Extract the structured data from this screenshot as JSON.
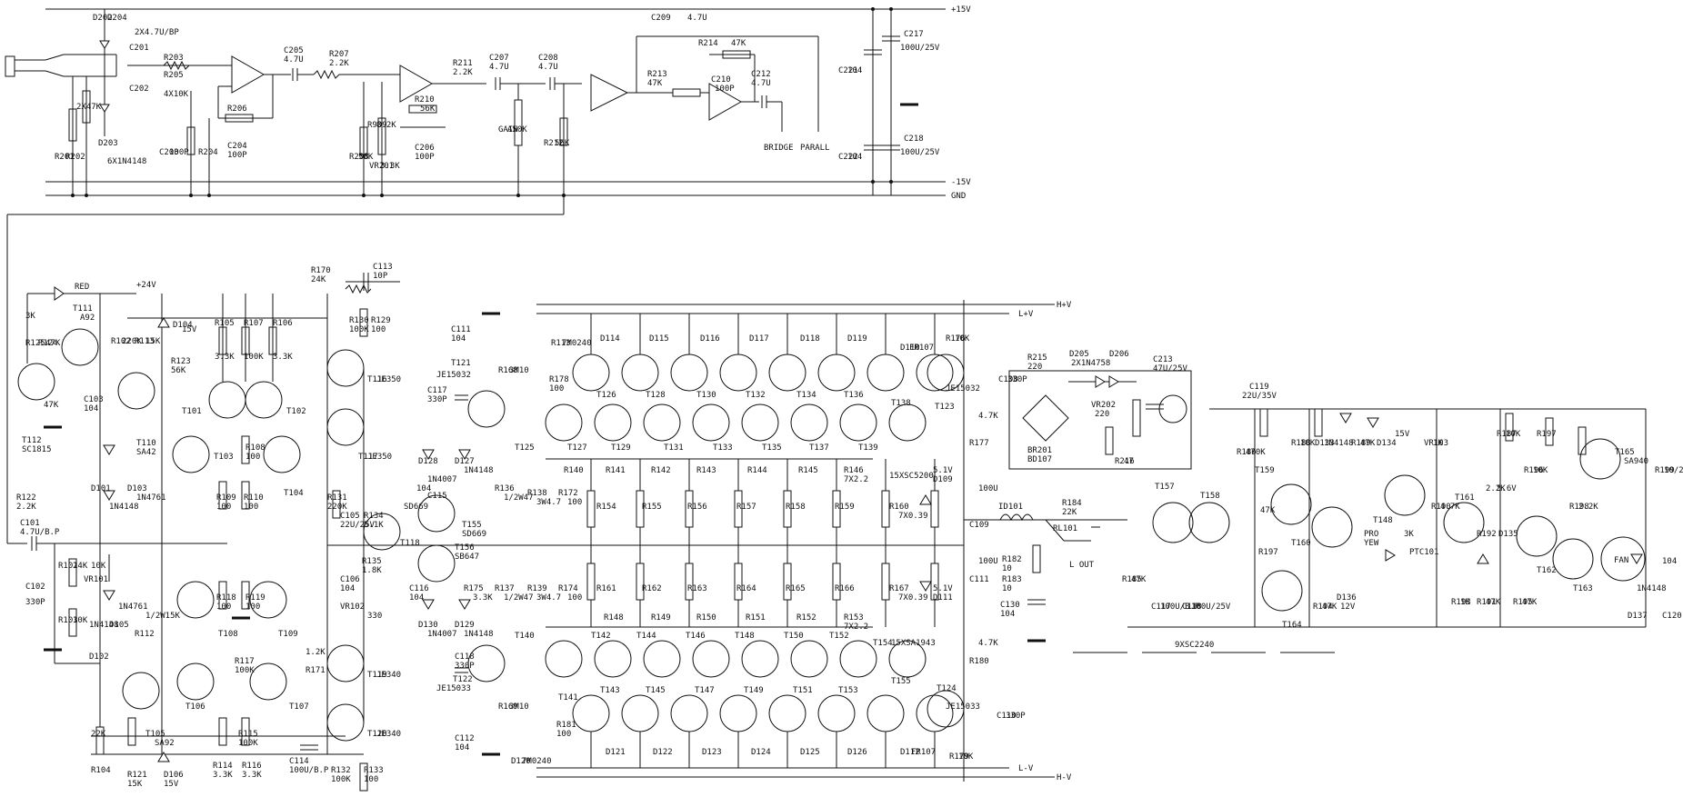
{
  "rails": {
    "p15": "+15V",
    "m15": "-15V",
    "gnd": "GND",
    "hv_top": "H+V",
    "lv_top": "L+V",
    "lv_bot": "L-V",
    "hv_bot": "H-V",
    "p24": "+24V",
    "led": "RED"
  },
  "preamp_labels": [
    "D202",
    "D204",
    "2X4.7U/BP",
    "C201",
    "C202",
    "R203",
    "R205",
    "4X10K",
    "R201",
    "R202",
    "2X47K",
    "D203",
    "6X1N4148",
    "C203",
    "100P",
    "R204",
    "R206",
    "C204",
    "100P",
    "C205",
    "4.7U",
    "R207",
    "2.2K",
    "R208",
    "56K",
    "R909",
    "8.2K",
    "VR201",
    "3.3K",
    "R210",
    "56K",
    "C206",
    "100P",
    "R211",
    "2.2K",
    "C207",
    "4.7U",
    "GAIN",
    "A50K",
    "R212",
    "56K",
    "C208",
    "4.7U",
    "R213",
    "47K",
    "C209",
    "4.7U",
    "R214",
    "47K",
    "C210",
    "100P",
    "C212",
    "4.7U",
    "BRIDGE",
    "PARALL",
    "C221",
    "104",
    "C222",
    "104",
    "C217",
    "100U/25V",
    "C218",
    "100U/25V"
  ],
  "driver_labels": [
    "R125",
    "3K",
    "R124",
    "47K",
    "T111",
    "A92",
    "47K",
    "T112",
    "SC1815",
    "R102",
    "220K",
    "R113",
    "15K",
    "C103",
    "104",
    "D104",
    "15V",
    "R123",
    "56K",
    "R105",
    "3.3K",
    "R107",
    "100K",
    "R106",
    "3.3K",
    "T110",
    "SA42",
    "T101",
    "T102",
    "T103",
    "T104",
    "R108",
    "100",
    "R109",
    "100",
    "R110",
    "100",
    "D101",
    "1N4148",
    "D103",
    "1N4761",
    "R122",
    "2.2K",
    "C101",
    "4.7U/B.P",
    "R101",
    "24K",
    "R103",
    "10K",
    "C102",
    "330P",
    "VR101",
    "10K",
    "D105",
    "1N4761",
    "R112",
    "1/2W15K",
    "D102",
    "1N4148",
    "T105",
    "SA92",
    "T106",
    "T108",
    "T109",
    "T107",
    "R118",
    "100",
    "R119",
    "100",
    "R117",
    "100K",
    "R114",
    "3.3K",
    "R116",
    "3.3K",
    "R115",
    "100K",
    "R104",
    "22K",
    "R121",
    "15K",
    "D106",
    "15V"
  ],
  "vas_labels": [
    "R170",
    "24K",
    "C113",
    "10P",
    "R130",
    "100K",
    "R129",
    "100",
    "T116",
    "JE350",
    "T117",
    "JE350",
    "R131",
    "220K",
    "C105",
    "22U/25V",
    "R134",
    "5.1K",
    "T118",
    "SD669",
    "R135",
    "1.8K",
    "C106",
    "104",
    "VR102",
    "330",
    "R171",
    "1.2K",
    "T119",
    "JE340",
    "T120",
    "JE340",
    "R132",
    "100K",
    "R133",
    "100",
    "C114",
    "100U/B.P"
  ],
  "output_labels": [
    "C111",
    "104",
    "T121",
    "JE15032",
    "R168",
    "3M10",
    "C117",
    "330P",
    "R113",
    "7M0240",
    "R178",
    "100",
    "T125",
    "T126",
    "T127",
    "T128",
    "T129",
    "T130",
    "T131",
    "T132",
    "T133",
    "T134",
    "T135",
    "T136",
    "T137",
    "T138",
    "T139",
    "T123",
    "JE15032",
    "15XSC5200",
    "D114",
    "D115",
    "D116",
    "D117",
    "D118",
    "D119",
    "D110",
    "FR107",
    "R176",
    "10K",
    "C108",
    "330P",
    "R177",
    "4.7K",
    "C109",
    "100U",
    "R140",
    "R141",
    "R142",
    "R143",
    "R144",
    "R145",
    "R146",
    "7X2.2",
    "R154",
    "R155",
    "R156",
    "R157",
    "R158",
    "R159",
    "R160",
    "7X0.39",
    "D128",
    "1N4007",
    "D127",
    "1N4148",
    "C115",
    "104",
    "T155",
    "SD669",
    "T156",
    "SB647",
    "R136",
    "1/2W47",
    "R138",
    "3W4.7",
    "R172",
    "100",
    "D109",
    "5.1V",
    "R175",
    "3.3K",
    "C116",
    "104",
    "D130",
    "1N4007",
    "D129",
    "1N4148",
    "R137",
    "1/2W47",
    "R139",
    "3W4.7",
    "R174",
    "100",
    "R161",
    "R162",
    "R163",
    "R164",
    "R165",
    "R166",
    "R167",
    "7X0.39",
    "D111",
    "5.1V",
    "C111",
    "100U",
    "R148",
    "R149",
    "R150",
    "R151",
    "R152",
    "R153",
    "7X2.2",
    "15XSA1943",
    "T140",
    "T141",
    "T142",
    "T143",
    "T144",
    "T145",
    "T146",
    "T147",
    "T148",
    "T149",
    "T150",
    "T151",
    "T152",
    "T153",
    "T154",
    "T155",
    "T124",
    "JE15033",
    "C118",
    "330P",
    "T122",
    "JE15033",
    "R169",
    "3M10",
    "C112",
    "104",
    "D120",
    "7M0240",
    "R181",
    "100",
    "D121",
    "D122",
    "D123",
    "D124",
    "D125",
    "D126",
    "D112",
    "FR107",
    "R180",
    "4.7K",
    "C110",
    "330P",
    "R179",
    "10K"
  ],
  "protect_labels": [
    "R215",
    "220",
    "D205",
    "D206",
    "2X1N4758",
    "C213",
    "47U/25V",
    "BR201",
    "BD107",
    "VR202",
    "220",
    "R216",
    "47",
    "C119",
    "22U/35V",
    "R186",
    "470K",
    "R188",
    "10K",
    "D133",
    "1N4148",
    "R189",
    "47K",
    "D134",
    "15V",
    "VR103",
    "1K",
    "R187",
    "10K",
    "R197",
    "R196",
    "10K",
    "T165",
    "SA940",
    "R199",
    "10/2W",
    "ID101",
    "R184",
    "22K",
    "RL101",
    "L OUT",
    "R182",
    "10",
    "R183",
    "10",
    "C130",
    "104",
    "T157",
    "T158",
    "T159",
    "T160",
    "T164",
    "T148",
    "T161",
    "T162",
    "T163",
    "R185",
    "47K",
    "C117",
    "100U/B.P",
    "C118",
    "100U/25V",
    "R197",
    "47K",
    "R194",
    "47K",
    "D136",
    "12V",
    "PRO",
    "YEW",
    "PTC101",
    "R190",
    "4.7K",
    "3K",
    "2.2K",
    "5.6V",
    "R192",
    "D135",
    "R193",
    "1K",
    "R191",
    "47K",
    "R195",
    "47K",
    "R198",
    "2.2K",
    "FAN",
    "D137",
    "1N4148",
    "C120",
    "104",
    "9XSC2240"
  ]
}
